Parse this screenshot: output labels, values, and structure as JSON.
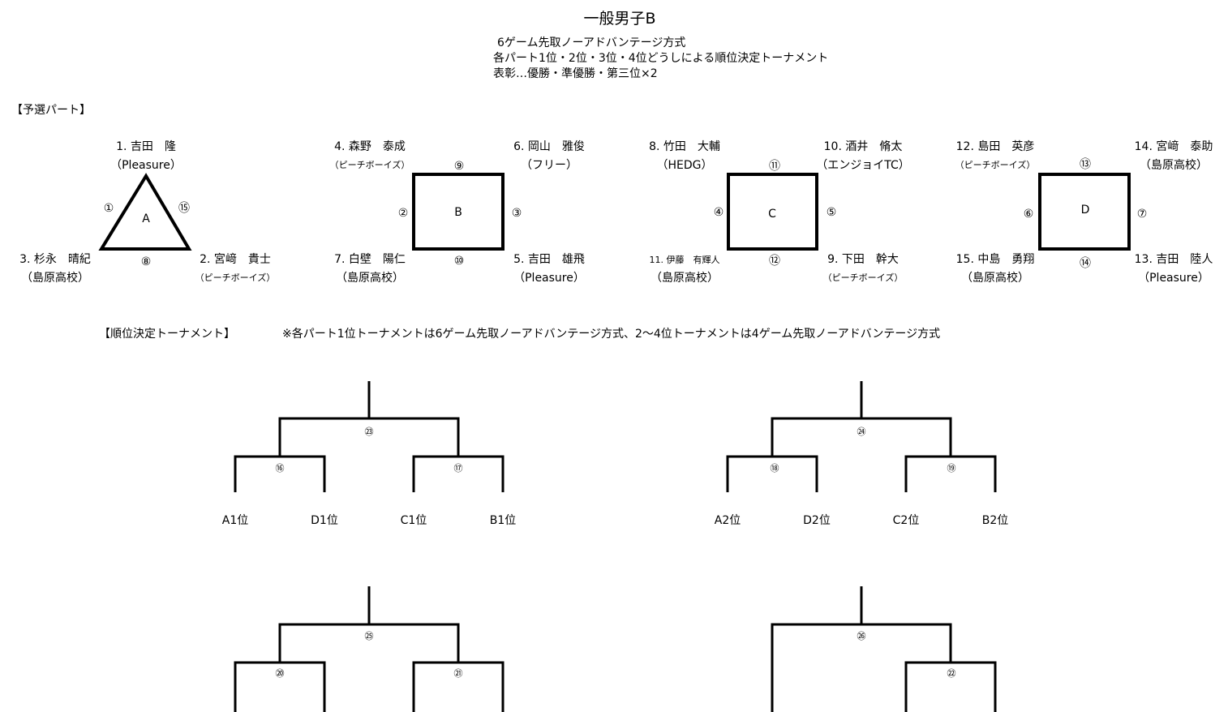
{
  "header": {
    "title": "一般男子B",
    "line1": "6ゲーム先取ノーアドバンテージ方式",
    "line2": "各パート1位・2位・3位・4位どうしによる順位決定トーナメント",
    "line3": "表彰…優勝・準優勝・第三位×2"
  },
  "prelim": {
    "heading": "【予選パート】",
    "groups": [
      {
        "label": "A",
        "players": [
          {
            "name": "1. 吉田　隆",
            "club": "（Pleasure）"
          },
          {
            "name": "2. 宮﨑　貴士",
            "club": "（ピーチボーイズ）"
          },
          {
            "name": "3. 杉永　晴紀",
            "club": "（島原高校）"
          }
        ],
        "matches": [
          "①",
          "⑮",
          "⑧"
        ]
      },
      {
        "label": "B",
        "players": [
          {
            "name": "4. 森野　泰成",
            "club": "（ピーチボーイズ）"
          },
          {
            "name": "6. 岡山　雅俊",
            "club": "（フリー）"
          },
          {
            "name": "7. 白壁　陽仁",
            "club": "（島原高校）"
          },
          {
            "name": "5. 吉田　雄飛",
            "club": "（Pleasure）"
          }
        ],
        "matches": [
          "⑨",
          "②",
          "③",
          "⑩"
        ]
      },
      {
        "label": "C",
        "players": [
          {
            "name": "8. 竹田　大輔",
            "club": "（HEDG）"
          },
          {
            "name": "10. 酒井　脩太",
            "club": "（エンジョイTC）"
          },
          {
            "name": "11. 伊藤　有輝人",
            "club": "（島原高校）"
          },
          {
            "name": "9. 下田　幹大",
            "club": "（ピーチボーイズ）"
          }
        ],
        "matches": [
          "⑪",
          "④",
          "⑤",
          "⑫"
        ]
      },
      {
        "label": "D",
        "players": [
          {
            "name": "12. 島田　英彦",
            "club": "（ピーチボーイズ）"
          },
          {
            "name": "14. 宮﨑　泰助",
            "club": "（島原高校）"
          },
          {
            "name": "15. 中島　勇翔",
            "club": "（島原高校）"
          },
          {
            "name": "13. 吉田　陸人",
            "club": "（Pleasure）"
          }
        ],
        "matches": [
          "⑬",
          "⑥",
          "⑦",
          "⑭"
        ]
      }
    ]
  },
  "tournament": {
    "heading": "【順位決定トーナメント】",
    "note": "※各パート1位トーナメントは6ゲーム先取ノーアドバンテージ方式、2～4位トーナメントは4ゲーム先取ノーアドバンテージ方式",
    "brackets": [
      {
        "final": "㉓",
        "semis": [
          "⑯",
          "⑰"
        ],
        "seeds": [
          "A1位",
          "D1位",
          "C1位",
          "B1位"
        ]
      },
      {
        "final": "㉔",
        "semis": [
          "⑱",
          "⑲"
        ],
        "seeds": [
          "A2位",
          "D2位",
          "C2位",
          "B2位"
        ]
      },
      {
        "final": "㉕",
        "semis": [
          "⑳",
          "㉑"
        ]
      },
      {
        "final": "㉖",
        "semis": [
          "㉒"
        ]
      }
    ]
  }
}
